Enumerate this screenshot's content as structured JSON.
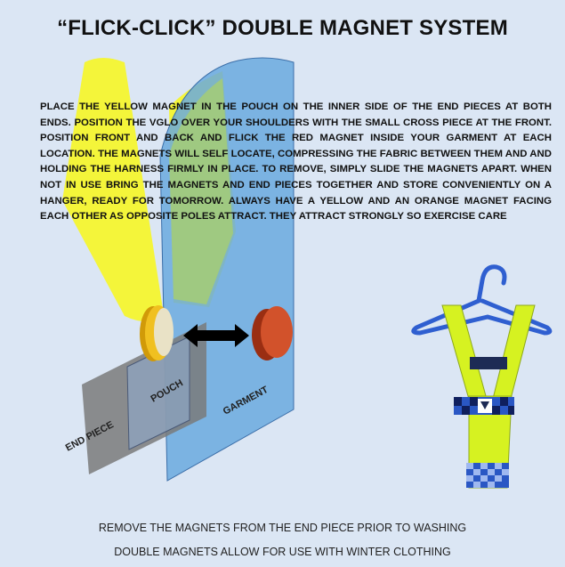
{
  "title": "“FLICK-CLICK” DOUBLE MAGNET SYSTEM",
  "instructions": "PLACE THE YELLOW MAGNET IN THE POUCH ON THE INNER SIDE OF THE END PIECES AT BOTH ENDS. POSITION THE VGLO OVER YOUR SHOULDERS WITH THE SMALL CROSS PIECE AT THE FRONT. POSITION FRONT AND BACK AND FLICK THE RED MAGNET INSIDE YOUR GARMENT AT EACH LOCATION. THE MAGNETS WILL SELF LOCATE, COMPRESSING THE FABRIC BETWEEN THEM AND AND HOLDING THE HARNESS FIRMLY IN PLACE. TO REMOVE, SIMPLY SLIDE THE MAGNETS APART. WHEN NOT IN USE BRING THE MAGNETS AND END PIECES TOGETHER AND STORE CONVENIENTLY ON A HANGER, READY FOR TOMORROW. ALWAYS HAVE A YELLOW AND AN ORANGE MAGNET FACING EACH OTHER AS OPPOSITE POLES ATTRACT. THEY ATTRACT STRONGLY SO EXERCISE CARE",
  "labels": {
    "end_piece": "END PIECE",
    "pouch": "POUCH",
    "garment": "GARMENT"
  },
  "notes": [
    "REMOVE THE MAGNETS  FROM THE END PIECE PRIOR TO WASHING",
    "DOUBLE MAGNETS ALLOW FOR USE WITH WINTER CLOTHING"
  ],
  "colors": {
    "background": "#dbe6f4",
    "yellow_band": "#f4f53a",
    "garment_blue": "#6aa9de",
    "end_piece_grey": "#7a7a7a",
    "red_magnet": "#c8441e",
    "yellow_magnet": "#e8b30c",
    "vest_hivis": "#d6f221",
    "vest_blue": "#2a57c4",
    "hanger_blue": "#2f5fd0"
  }
}
